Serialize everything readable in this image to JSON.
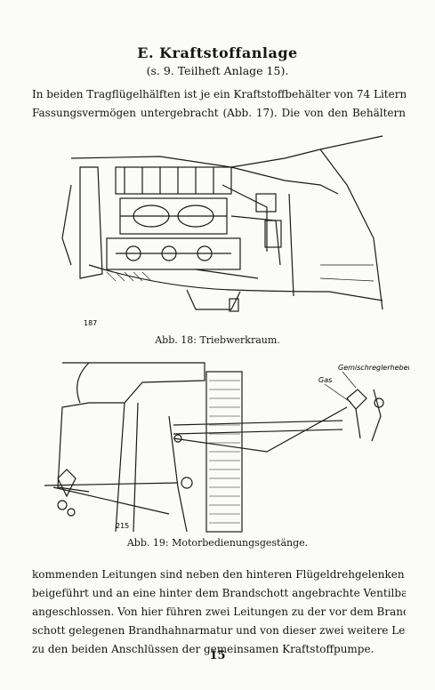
{
  "heading": "E. Kraftstoffanlage",
  "subheading": "(s. 9. Teilheft Anlage 15).",
  "intro_lines": [
    "In beiden Tragflügelhälften ist je ein Kraftstoffbehälter von 74 Litern",
    "Fassungsvermögen untergebracht (Abb. 17). Die von den Behältern"
  ],
  "figure18": {
    "number": "187",
    "caption": "Abb. 18: Triebwerkraum."
  },
  "figure19": {
    "number": "215",
    "label_gemisch": "Gemischreglerhebel",
    "label_gas": "Gas",
    "caption": "Abb. 19: Motorbedienungsgestänge."
  },
  "closing_lines": [
    "kommenden Leitungen sind neben den hinteren Flügeldrehgelenken vor-",
    "beigeführt und an eine hinter dem Brandschott angebrachte Ventilbatterie",
    "angeschlossen. Von hier führen zwei Leitungen zu der vor dem Brand-",
    "schott gelegenen Brandhahnarmatur und von dieser zwei weitere Leitungen",
    "zu den beiden Anschlüssen der gemeinsamen Kraftstoffpumpe."
  ],
  "page_number": "15"
}
